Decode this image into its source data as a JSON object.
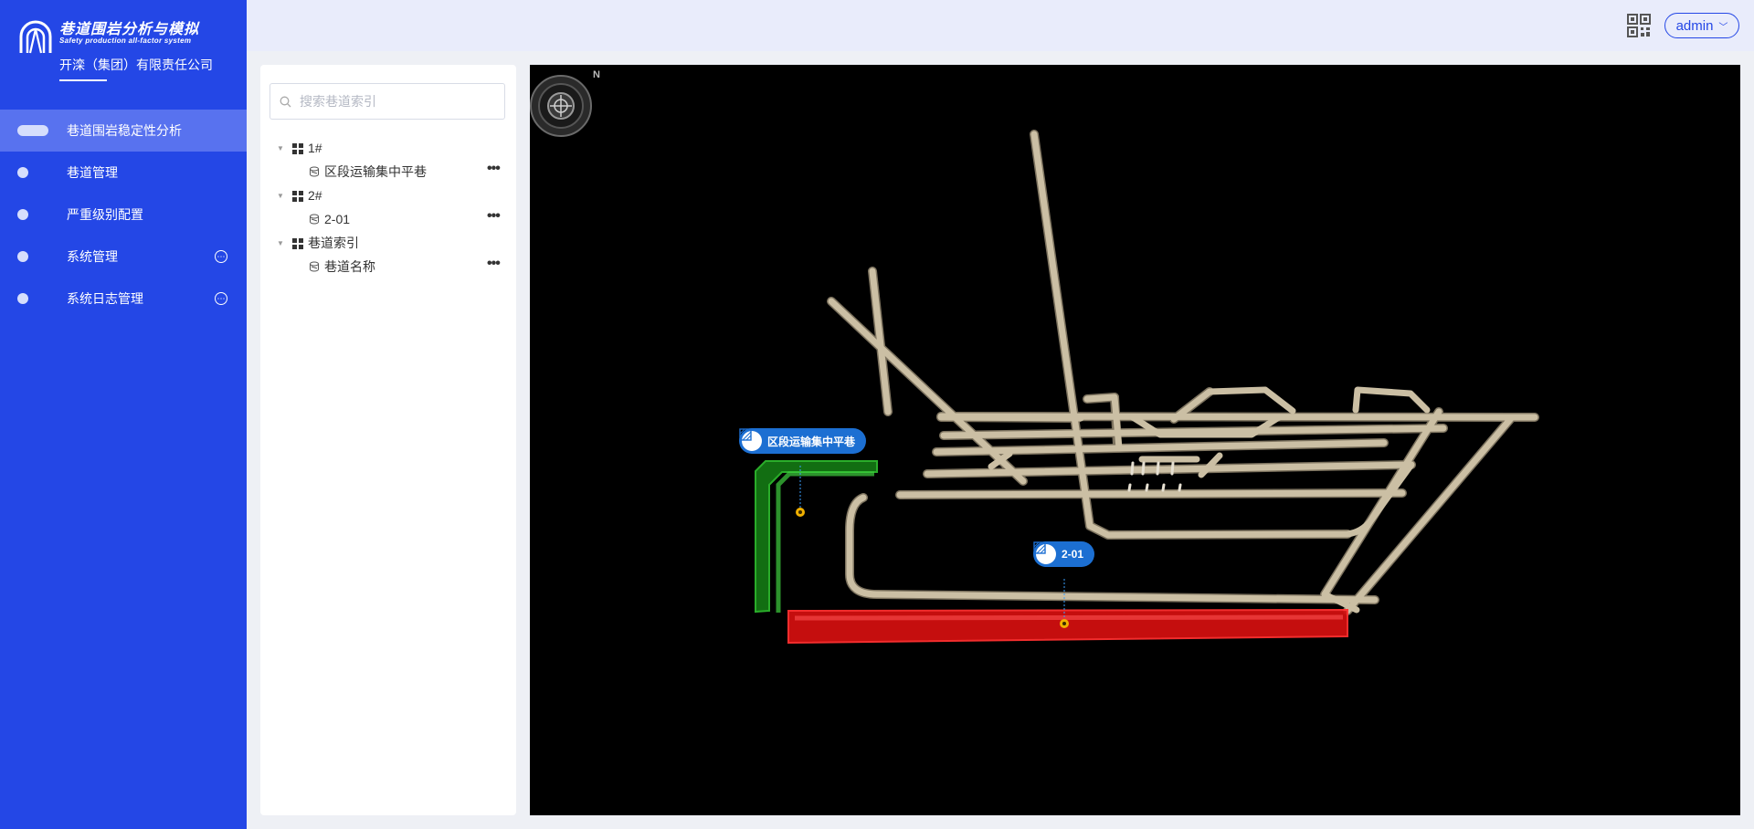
{
  "brand": {
    "title": "巷道围岩分析与模拟",
    "subtitle": "Safety production all-factor system",
    "company": "开滦（集团）有限责任公司"
  },
  "menu": [
    {
      "label": "巷道围岩稳定性分析",
      "active": true,
      "has_more": false
    },
    {
      "label": "巷道管理",
      "active": false,
      "has_more": false
    },
    {
      "label": "严重级别配置",
      "active": false,
      "has_more": false
    },
    {
      "label": "系统管理",
      "active": false,
      "has_more": true
    },
    {
      "label": "系统日志管理",
      "active": false,
      "has_more": true
    }
  ],
  "header": {
    "qr_icon": "qrcode-icon",
    "user": "admin"
  },
  "tree": {
    "search_placeholder": "搜索巷道索引",
    "groups": [
      {
        "label": "1#",
        "children": [
          "区段运输集中平巷"
        ]
      },
      {
        "label": "2#",
        "children": [
          "2-01"
        ]
      },
      {
        "label": "巷道索引",
        "children": [
          "巷道名称"
        ]
      }
    ],
    "more_glyph": "•••"
  },
  "viewport": {
    "tags": [
      "区段运输集中平巷",
      "2-01"
    ],
    "compass_label": "N",
    "colors": {
      "tunnel": "#cbbfa4",
      "highlight_green": "#1f9a1f",
      "highlight_red": "#e01212",
      "marker": "#f0b000",
      "tag": "#1c6fd2"
    }
  }
}
